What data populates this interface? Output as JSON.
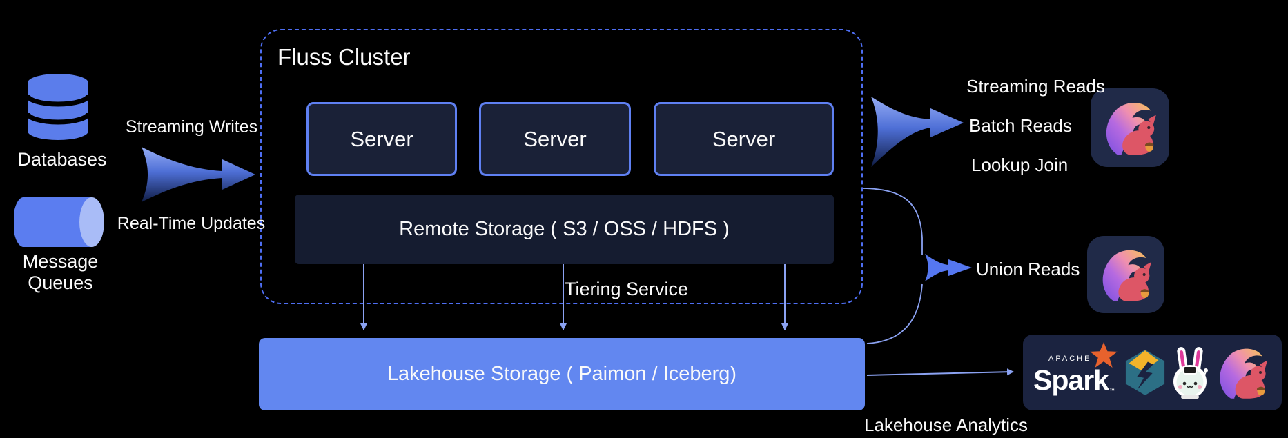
{
  "diagram": {
    "sources": {
      "databases": "Databases",
      "message_queues": "Message Queues"
    },
    "flows": {
      "streaming_writes": "Streaming Writes",
      "real_time_updates": "Real-Time Updates",
      "tiering_service": "Tiering Service",
      "lakehouse_analytics": "Lakehouse Analytics"
    },
    "cluster": {
      "title": "Fluss Cluster",
      "servers": [
        "Server",
        "Server",
        "Server"
      ],
      "remote_storage": "Remote Storage ( S3 / OSS / HDFS )"
    },
    "lakehouse": {
      "label": "Lakehouse Storage  ( Paimon / Iceberg)"
    },
    "reads": {
      "streaming": "Streaming Reads",
      "batch": "Batch Reads",
      "lookup": "Lookup Join",
      "union": "Union Reads"
    },
    "logos": {
      "spark_apache": "APACHE",
      "spark_name": "Spark",
      "spark_tm": "™",
      "flink_icon": "apache-flink-squirrel",
      "starrocks_icon": "starrocks-hexagon",
      "trino_icon": "trino-bunny-astronaut"
    },
    "colors": {
      "background": "#000000",
      "accent_blue": "#5f80f2",
      "bar_blue": "#6287f0",
      "panel_navy": "#1a2137",
      "remote_navy": "#151c30",
      "dashed_border": "#4e6ef2",
      "thin_line_blue": "#8ba2f2",
      "logo_box_navy": "#1b2340",
      "flink_red": "#dd5666",
      "spark_orange": "#e8622d",
      "starrocks_teal": "#2c6f85",
      "starrocks_yellow": "#f2b32a",
      "trino_pink": "#e03a9b"
    }
  }
}
